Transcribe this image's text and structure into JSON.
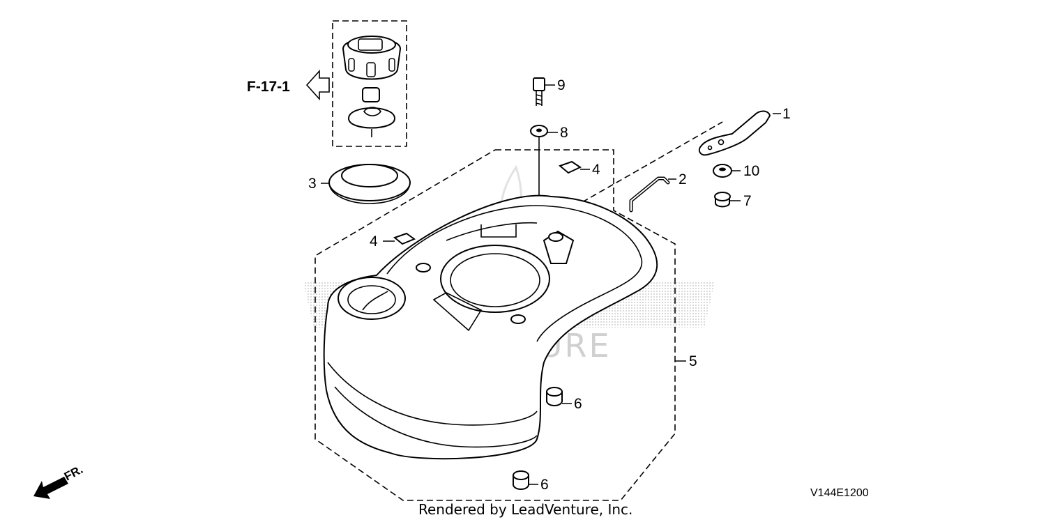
{
  "diagram": {
    "reference_code": "F-17-1",
    "direction_label": "FR.",
    "diagram_id": "V144E1200",
    "credit": "Rendered by LeadVenture, Inc.",
    "watermark": "LEADVENTURE",
    "callouts": [
      {
        "id": "1",
        "label": "1"
      },
      {
        "id": "2",
        "label": "2"
      },
      {
        "id": "3",
        "label": "3"
      },
      {
        "id": "4a",
        "label": "4"
      },
      {
        "id": "4b",
        "label": "4"
      },
      {
        "id": "5",
        "label": "5"
      },
      {
        "id": "6a",
        "label": "6"
      },
      {
        "id": "6b",
        "label": "6"
      },
      {
        "id": "7",
        "label": "7"
      },
      {
        "id": "8",
        "label": "8"
      },
      {
        "id": "9",
        "label": "9"
      },
      {
        "id": "10",
        "label": "10"
      }
    ]
  }
}
